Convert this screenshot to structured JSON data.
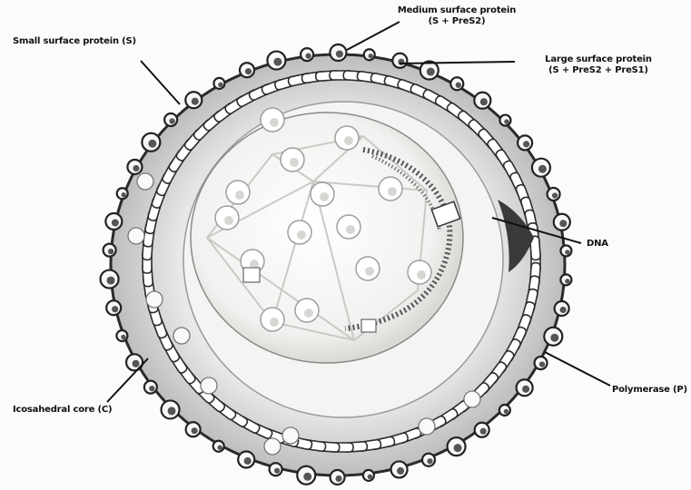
{
  "labels": {
    "medium_surface_protein": "Medium surface protein\n(S + PreS2)",
    "small_surface_protein": "Small surface protein (S)",
    "large_surface_protein": "Large surface protein\n(S + PreS2 + PreS1)",
    "dna": "DNA",
    "polymerase": "Polymerase (P)",
    "icosahedral_core": "Icosahedral core (C)"
  }
}
